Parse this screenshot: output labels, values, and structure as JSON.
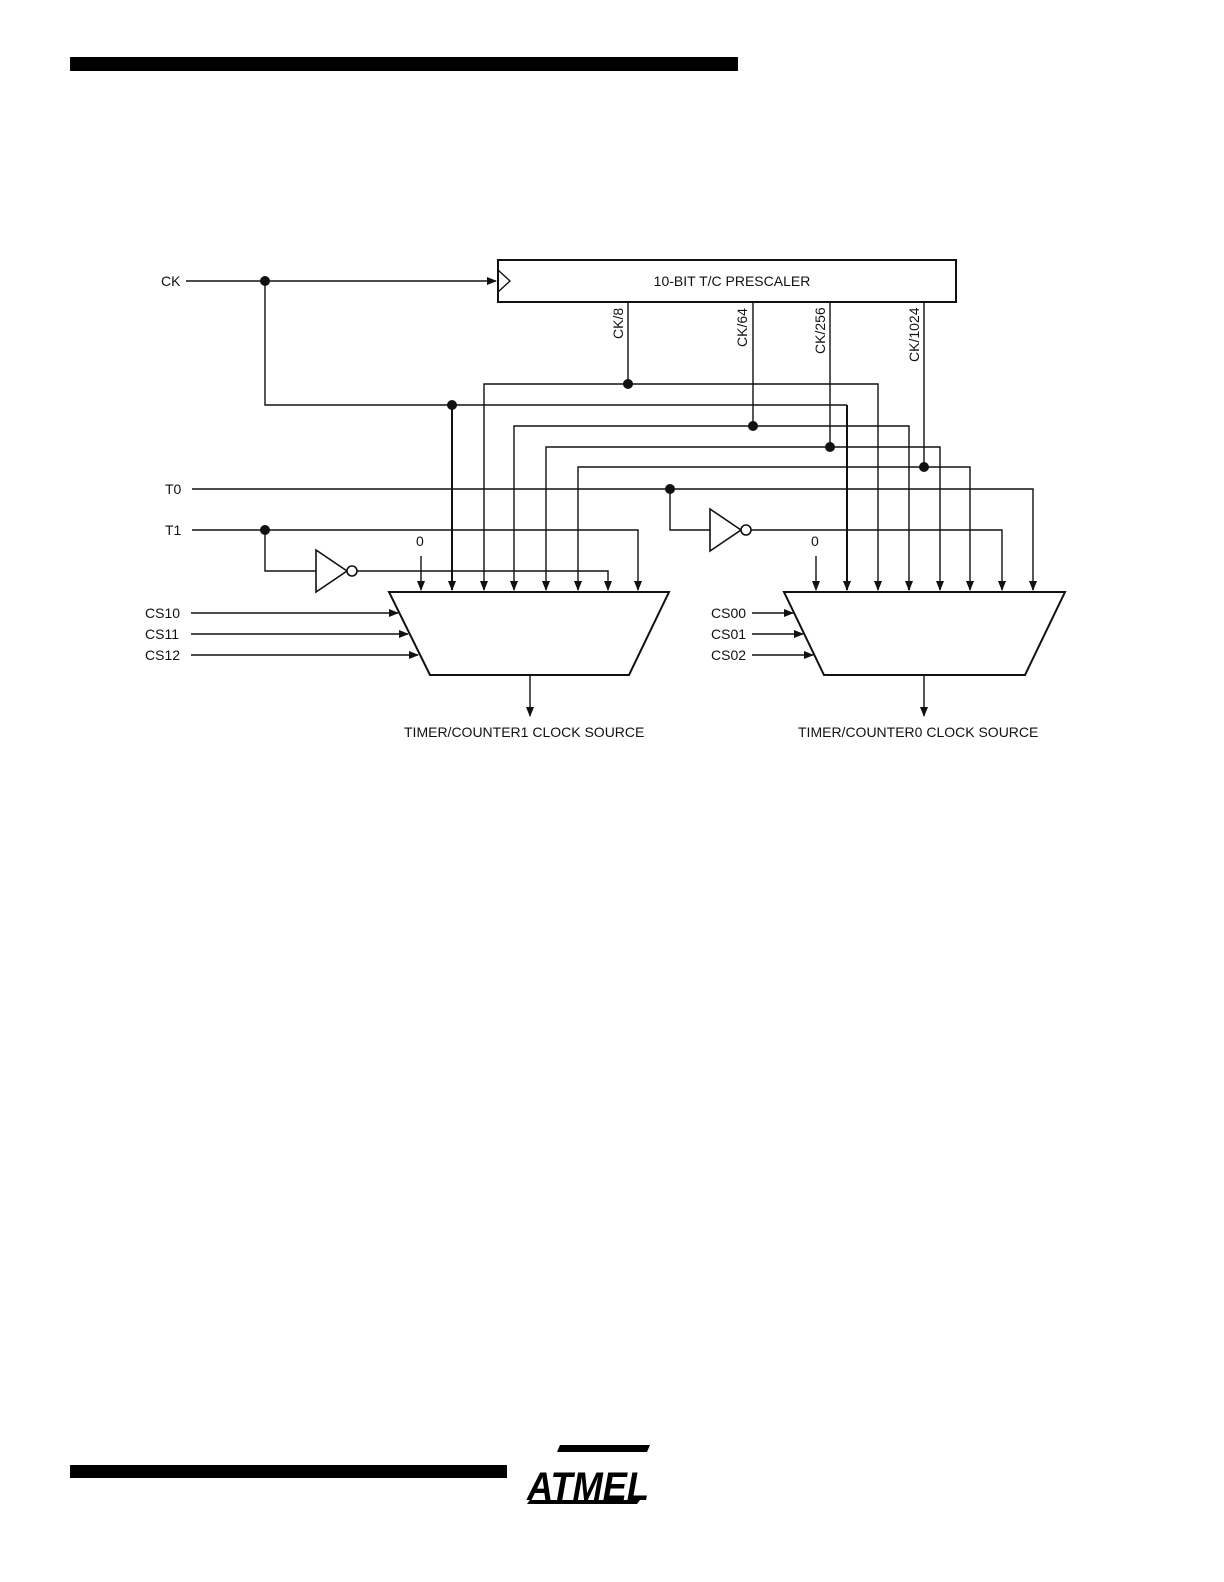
{
  "inputs": {
    "ck": "CK",
    "t0": "T0",
    "t1": "T1"
  },
  "prescaler": {
    "label": "10-BIT T/C PRESCALER",
    "taps": [
      "CK/8",
      "CK/64",
      "CK/256",
      "CK/1024"
    ]
  },
  "mux1": {
    "zero": "0",
    "selects": [
      "CS10",
      "CS11",
      "CS12"
    ],
    "output": "TIMER/COUNTER1 CLOCK SOURCE"
  },
  "mux0": {
    "zero": "0",
    "selects": [
      "CS00",
      "CS01",
      "CS02"
    ],
    "output": "TIMER/COUNTER0 CLOCK SOURCE"
  },
  "logo": {
    "text": "ATMEL",
    "icon": "atmel-logo"
  }
}
